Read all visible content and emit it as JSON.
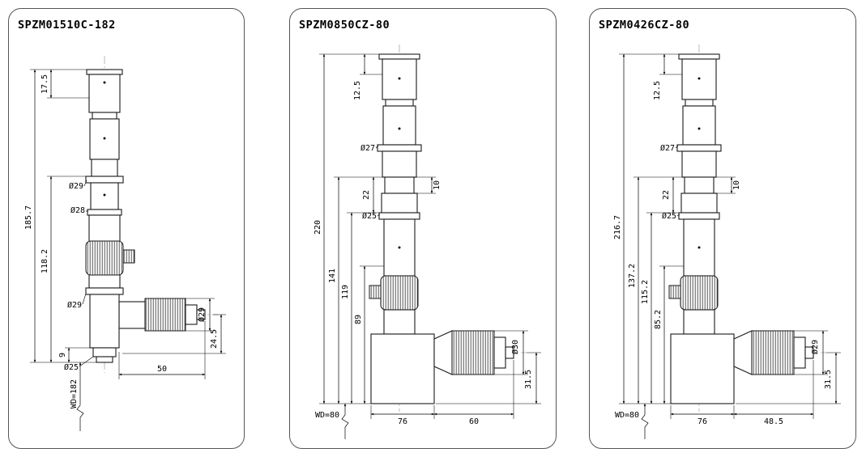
{
  "panels": [
    {
      "title": "SPZM01510C-182",
      "dims": {
        "top_len": "17.5",
        "total_len": "185.7",
        "mid_len": "118.2",
        "base_len": "9",
        "wd": "WD=182",
        "dia_flange_upper": "Ø29",
        "dia_body": "Ø28",
        "dia_flange_lower": "Ø29",
        "dia_nose": "Ø25",
        "side_len": "50",
        "side_dia": "Ø29",
        "side_drop": "24.5"
      }
    },
    {
      "title": "SPZM0850CZ-80",
      "dims": {
        "top_len": "12.5",
        "total_len": "220",
        "len_a": "141",
        "len_b": "119",
        "len_c": "89",
        "dia_upper": "Ø27",
        "step_len": "10",
        "neck_len": "22",
        "dia_lower": "Ø25",
        "wd": "WD=80",
        "base_w1": "76",
        "base_w2": "60",
        "side_dia": "Ø30",
        "side_drop": "31.5"
      }
    },
    {
      "title": "SPZM0426CZ-80",
      "dims": {
        "top_len": "12.5",
        "total_len": "216.7",
        "len_a": "137.2",
        "len_b": "115.2",
        "len_c": "85.2",
        "dia_upper": "Ø27",
        "step_len": "10",
        "neck_len": "22",
        "dia_lower": "Ø25",
        "wd": "WD=80",
        "base_w1": "76",
        "base_w2": "48.5",
        "side_dia": "Ø29",
        "side_drop": "31.5"
      }
    }
  ]
}
